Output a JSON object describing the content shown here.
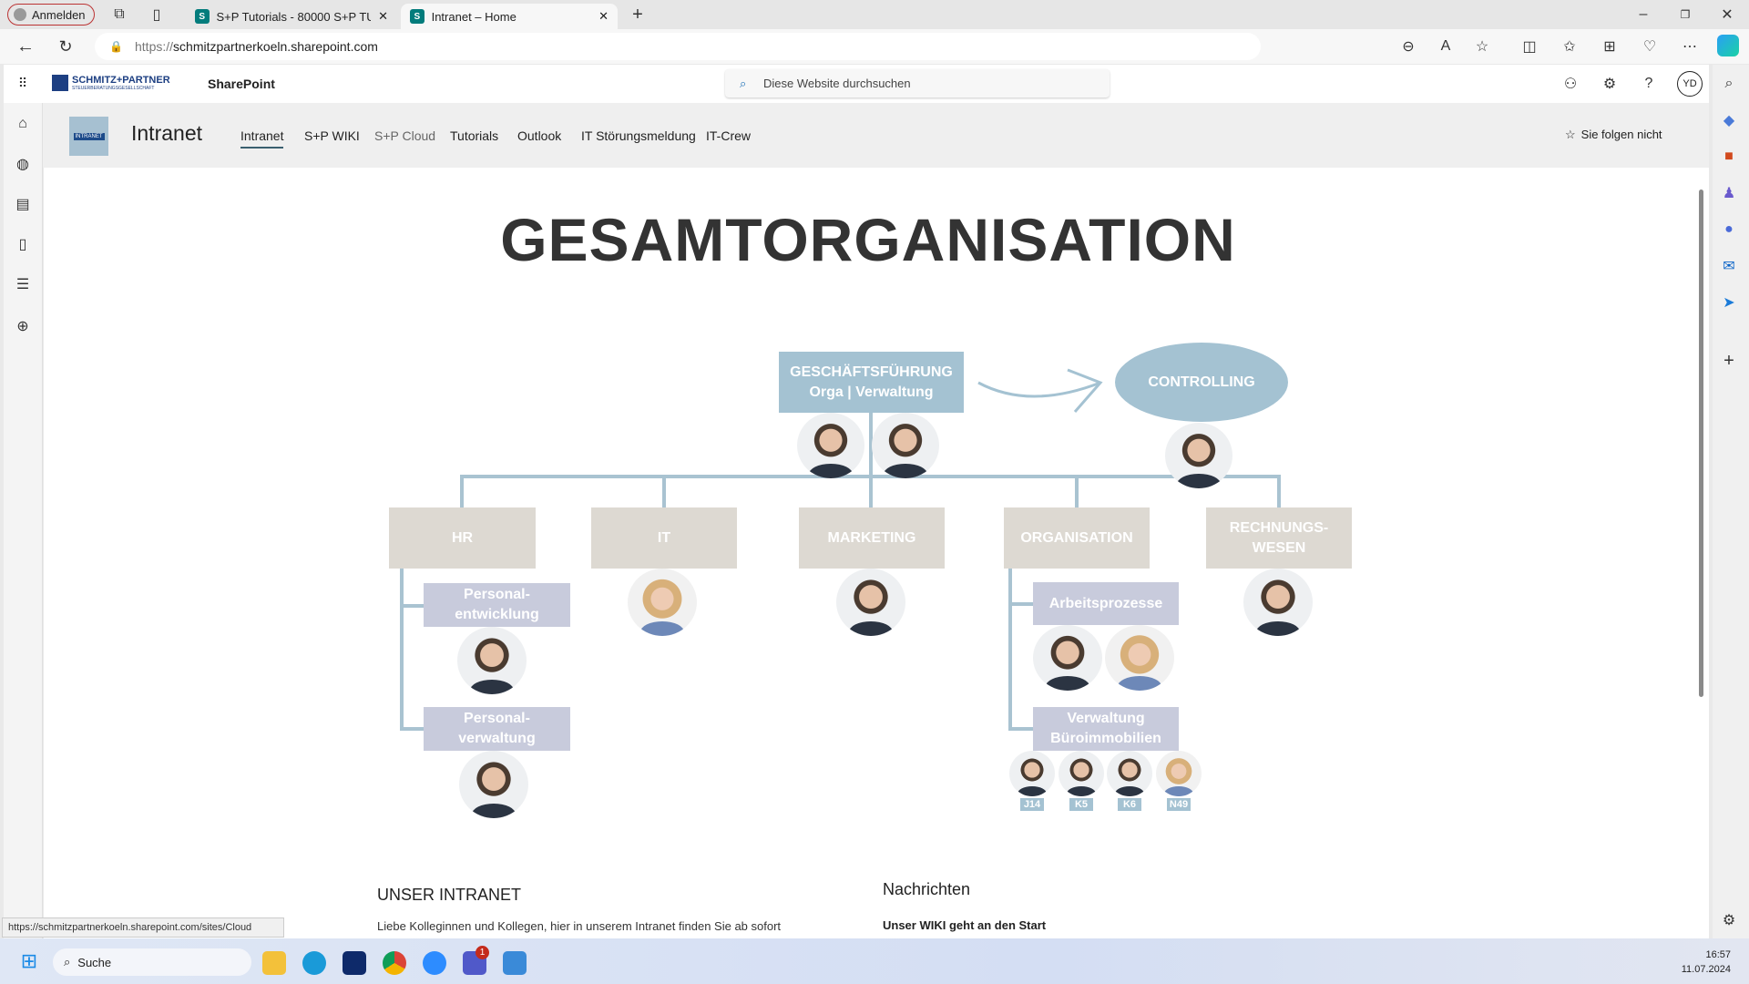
{
  "browser": {
    "profile_label": "Anmelden",
    "tabs": [
      {
        "title": "S+P Tutorials - 80000 S+P TUTORI"
      },
      {
        "title": "Intranet – Home"
      }
    ],
    "url_prefix": "https://",
    "url_host": "schmitzpartnerkoeln.sharepoint.com",
    "status_url": "https://schmitzpartnerkoeln.sharepoint.com/sites/Cloud"
  },
  "sharepoint": {
    "brand_top": "SCHMITZ+PARTNER",
    "brand_sub": "STEUERBERATUNGSGESELLSCHAFT",
    "app_name": "SharePoint",
    "search_placeholder": "Diese Website durchsuchen",
    "avatar_initials": "YD"
  },
  "site": {
    "logo_text": "INTRANET",
    "title": "Intranet",
    "nav": [
      "Intranet",
      "S+P WIKI",
      "S+P Cloud",
      "Tutorials",
      "Outlook",
      "IT Störungsmeldung",
      "IT-Crew"
    ],
    "follow_label": "Sie folgen nicht"
  },
  "org": {
    "title": "GESAMTORGANISATION",
    "gf_line1": "GESCHÄFTSFÜHRUNG",
    "gf_line2": "Orga | Verwaltung",
    "controlling": "CONTROLLING",
    "departments": [
      "HR",
      "IT",
      "MARKETING",
      "ORGANISATION",
      "RECHNUNGS-\nWESEN"
    ],
    "hr_subs": [
      "Personal-\nentwicklung",
      "Personal-\nverwaltung"
    ],
    "org_subs": [
      "Arbeitsprozesse",
      "Verwaltung\nBüroimmobilien"
    ],
    "office_labels": [
      "J14",
      "K5",
      "K6",
      "N49"
    ]
  },
  "bottom": {
    "intranet_heading": "UNSER INTRANET",
    "intranet_text": "Liebe Kolleginnen und Kollegen, hier in unserem Intranet finden Sie ab sofort",
    "news_heading": "Nachrichten",
    "news_item": "Unser WIKI geht an den Start"
  },
  "taskbar": {
    "search_label": "Suche",
    "time": "16:57",
    "date": "11.07.2024",
    "teams_badge": "1"
  }
}
